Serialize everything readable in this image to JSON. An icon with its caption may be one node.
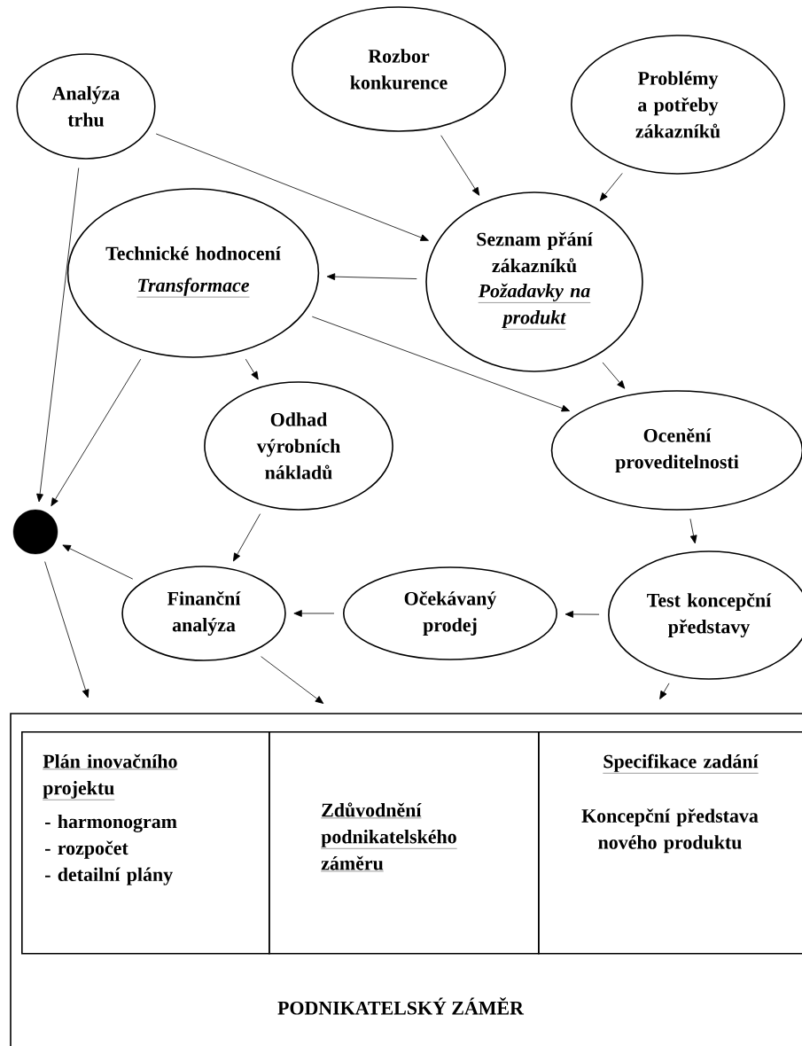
{
  "diagram": {
    "nodes": [
      {
        "text": [
          "Analýza trhu"
        ]
      },
      {
        "text": [
          "Rozbor konkurence"
        ]
      },
      {
        "text": [
          "Problémy a potřeby zákazníků"
        ]
      },
      {
        "text": [
          "Technické hodnocení",
          "Transformace"
        ]
      },
      {
        "text": [
          "Seznam přání zákazníků",
          "Požadavky na produkt"
        ]
      },
      {
        "text": [
          "Odhad výrobních nákladů"
        ]
      },
      {
        "text": [
          "Ocenění proveditelnosti"
        ]
      },
      {
        "text": [],
        "shape": "circle"
      },
      {
        "text": [
          "Finanční analýza"
        ]
      },
      {
        "text": [
          "Očekávaný prodej"
        ]
      },
      {
        "text": [
          "Test koncepční představy"
        ]
      },
      {
        "text": [
          "PODNIKATELSKÝ ZÁMĚR"
        ]
      },
      {
        "text": [
          "Plán inovačního projektu",
          "- harmonogram",
          "- rozpočet",
          "- detailní plány"
        ],
        "in": 11
      },
      {
        "text": [
          "Zdůvodnění podnikatelského záměru"
        ],
        "in": 11
      },
      {
        "text": [
          "Specifikace zadání",
          "Koncepční představa nového produktu"
        ],
        "in": 11
      }
    ],
    "edges": [
      {
        "from": 0,
        "to": 4,
        "arrow": "to"
      },
      {
        "from": 1,
        "to": 4,
        "arrow": "to"
      },
      {
        "from": 2,
        "to": 4,
        "arrow": "to"
      },
      {
        "from": 4,
        "to": 3,
        "arrow": "to"
      },
      {
        "from": 3,
        "to": 5,
        "arrow": "to"
      },
      {
        "from": 3,
        "to": 6,
        "arrow": "to"
      },
      {
        "from": 4,
        "to": 6,
        "arrow": "to"
      },
      {
        "from": 0,
        "to": 7,
        "arrow": "to"
      },
      {
        "from": 3,
        "to": 7,
        "arrow": "to"
      },
      {
        "from": 6,
        "to": 10,
        "arrow": "to"
      },
      {
        "from": 10,
        "to": 9,
        "arrow": "to"
      },
      {
        "from": 9,
        "to": 8,
        "arrow": "to"
      },
      {
        "from": 5,
        "to": 8,
        "arrow": "to"
      },
      {
        "from": 8,
        "to": 7,
        "arrow": "to"
      },
      {
        "from": 7,
        "to": 11,
        "arrow": "to"
      },
      {
        "from": 8,
        "to": 11,
        "arrow": "to"
      },
      {
        "from": 10,
        "to": 11,
        "arrow": "to"
      }
    ]
  }
}
